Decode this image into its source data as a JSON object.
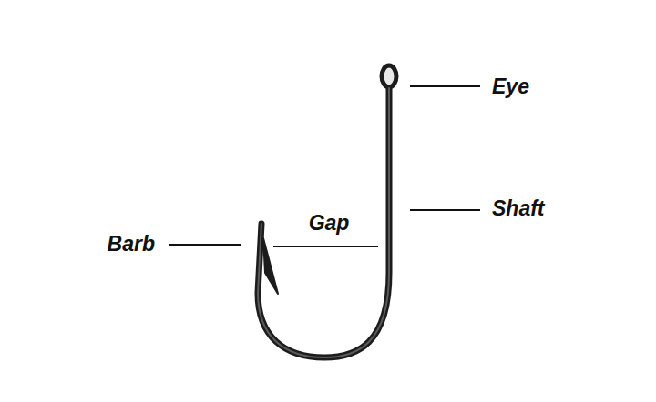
{
  "diagram": {
    "labels": [
      "Eye",
      "Shaft",
      "Gap",
      "Barb"
    ]
  }
}
